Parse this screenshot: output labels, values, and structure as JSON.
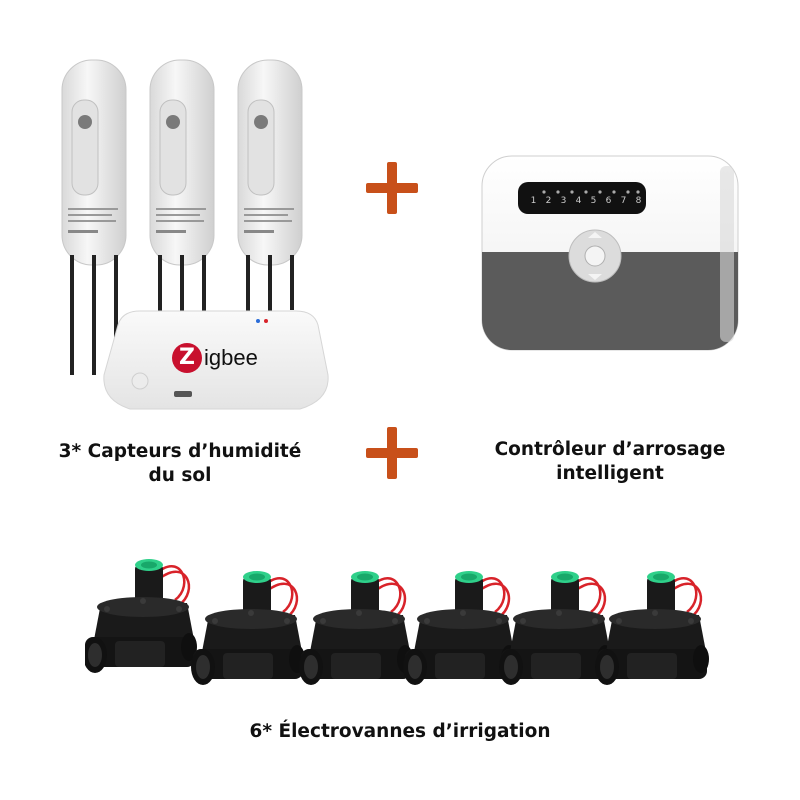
{
  "products": {
    "sensors": {
      "caption_line1": "3* Capteurs d’humidité",
      "caption_line2": "du sol",
      "count": 3
    },
    "gateway": {
      "brand_text": "igbee",
      "brand_letter": "Z",
      "brand_color": "#c8102e"
    },
    "controller": {
      "caption_line1": "Contrôleur d’arrosage",
      "caption_line2": "intelligent",
      "zone_labels": [
        "1",
        "2",
        "3",
        "4",
        "5",
        "6",
        "7",
        "8"
      ]
    },
    "valves": {
      "caption": "6* Électrovannes d’irrigation",
      "count": 6
    }
  },
  "colors": {
    "plus_sign": "#c8501a",
    "controller_bottom": "#5b5b5b",
    "valve_body": "#1a1a1a",
    "valve_cap": "#2fd08a",
    "valve_wire": "#d8232a"
  }
}
